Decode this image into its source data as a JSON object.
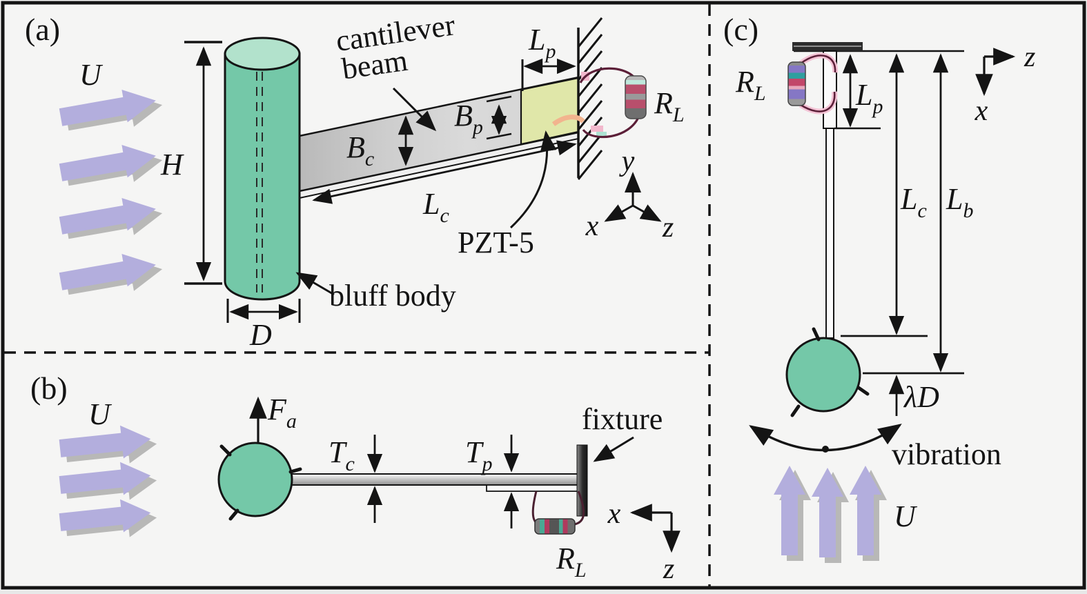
{
  "colors": {
    "background": "#f5f5f4",
    "bluff_body_fill": "#74c8a8",
    "bluff_body_top": "#b2e2cc",
    "beam_fill": "#d6d6d6",
    "pzt_fill": "#e0e7a9",
    "wind_arrow_fill": "#b3aedd",
    "wire_color": "#5c1f38"
  },
  "panel_a": {
    "tag": "(a)",
    "wind": "U",
    "height_dim": "H",
    "diameter_dim": "D",
    "beam_caption_1": "cantilever",
    "beam_caption_2": "beam",
    "bluff_body_caption": "bluff body",
    "pzt_caption": "PZT-5",
    "beam_width": {
      "main": "B",
      "sub": "c"
    },
    "pzt_width": {
      "main": "B",
      "sub": "p"
    },
    "beam_length": {
      "main": "L",
      "sub": "c"
    },
    "pzt_length": {
      "main": "L",
      "sub": "p"
    },
    "resistance": {
      "main": "R",
      "sub": "L"
    },
    "axes": {
      "x": "x",
      "y": "y",
      "z": "z"
    }
  },
  "panel_b": {
    "tag": "(b)",
    "wind": "U",
    "aero_force": {
      "main": "F",
      "sub": "a"
    },
    "substrate_thickness": {
      "main": "T",
      "sub": "c"
    },
    "pzt_thickness": {
      "main": "T",
      "sub": "p"
    },
    "fixture_caption": "fixture",
    "resistance": {
      "main": "R",
      "sub": "L"
    },
    "axes": {
      "x": "x",
      "z": "z"
    }
  },
  "panel_c": {
    "tag": "(c)",
    "wind": "U",
    "pzt_length": {
      "main": "L",
      "sub": "p"
    },
    "beam_length": {
      "main": "L",
      "sub": "c"
    },
    "body_length": {
      "main": "L",
      "sub": "b"
    },
    "gap_dim": {
      "lambda": "λ",
      "main": "D"
    },
    "resistance": {
      "main": "R",
      "sub": "L"
    },
    "vibration_caption": "vibration",
    "axes": {
      "x": "x",
      "z": "z"
    }
  }
}
